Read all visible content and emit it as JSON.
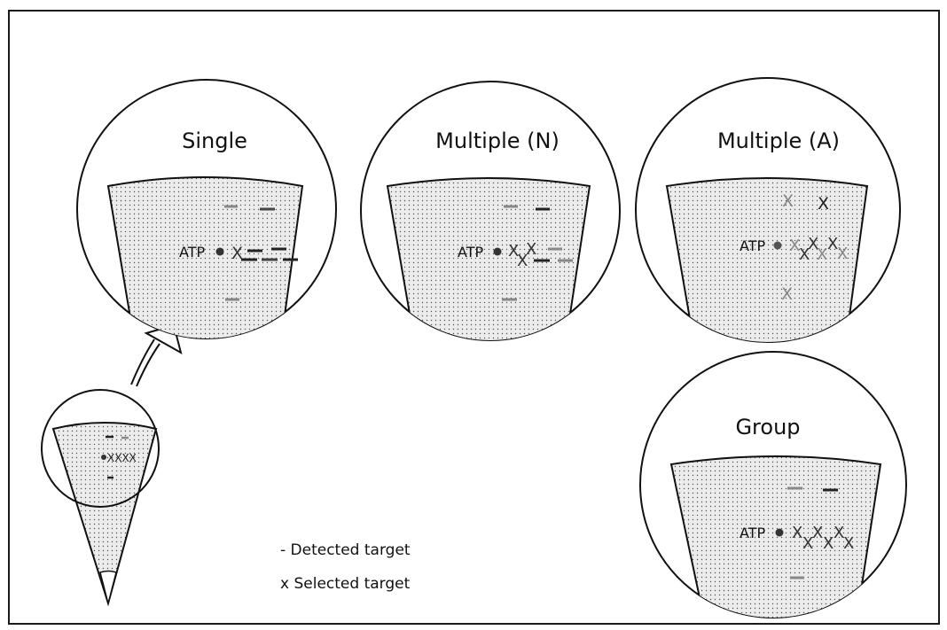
{
  "panels": {
    "single": {
      "title": "Single",
      "atp": "ATP"
    },
    "multiple_n": {
      "title": "Multiple (N)",
      "atp": "ATP"
    },
    "multiple_a": {
      "title": "Multiple (A)",
      "atp": "ATP"
    },
    "group": {
      "title": "Group",
      "atp": "ATP"
    }
  },
  "legend": {
    "detected": "- Detected target",
    "selected": "x Selected target"
  },
  "colors": {
    "stroke": "#111111",
    "fill": "#d8d8d8",
    "dot": "#555555",
    "mark_dark": "#222222",
    "mark_gray": "#888888"
  }
}
